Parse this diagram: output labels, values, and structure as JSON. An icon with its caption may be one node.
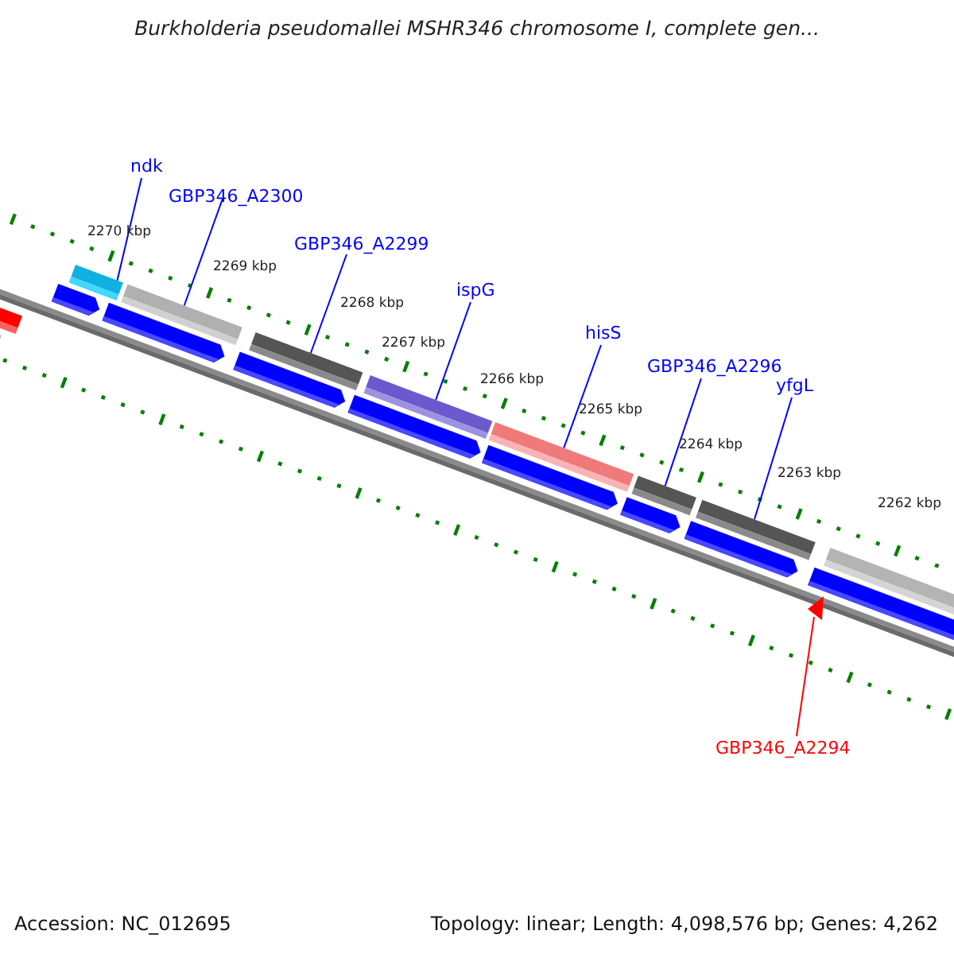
{
  "diagram": {
    "title": "Burkholderia pseudomallei MSHR346 chromosome I, complete gen...",
    "nodes": [
      {
        "text": [
          "ndk"
        ]
      },
      {
        "text": [],
        "shape": "bar"
      },
      {
        "text": [
          "GBP346_A2300"
        ]
      },
      {
        "text": [],
        "shape": "bar"
      },
      {
        "text": [
          "GBP346_A2299"
        ]
      },
      {
        "text": [],
        "shape": "bar"
      },
      {
        "text": [
          "ispG"
        ]
      },
      {
        "text": [],
        "shape": "bar"
      },
      {
        "text": [
          "hisS"
        ]
      },
      {
        "text": [],
        "shape": "bar"
      },
      {
        "text": [
          "GBP346_A2296"
        ]
      },
      {
        "text": [],
        "shape": "bar"
      },
      {
        "text": [
          "yfgL"
        ]
      },
      {
        "text": [],
        "shape": "bar"
      },
      {
        "text": [
          "GBP346_A2294"
        ]
      },
      {
        "text": [],
        "shape": "triangle"
      }
    ],
    "edges": [
      {
        "from": 0,
        "to": 1,
        "arrow": "none"
      },
      {
        "from": 2,
        "to": 3,
        "arrow": "none"
      },
      {
        "from": 4,
        "to": 5,
        "arrow": "none"
      },
      {
        "from": 6,
        "to": 7,
        "arrow": "none"
      },
      {
        "from": 8,
        "to": 9,
        "arrow": "none"
      },
      {
        "from": 10,
        "to": 11,
        "arrow": "none"
      },
      {
        "from": 12,
        "to": 13,
        "arrow": "none"
      },
      {
        "from": 14,
        "to": 15,
        "arrow": "none",
        "color": "#ff0000"
      }
    ],
    "labels": [
      "2270 kbp",
      "2269 kbp",
      "2268 kbp",
      "2267 kbp",
      "2266 kbp",
      "2265 kbp",
      "2264 kbp",
      "2263 kbp",
      "2262 kbp",
      "Accession: NC_012695",
      "Topology: linear; Length: 4,098,576 bp; Genes: 4,262"
    ]
  }
}
